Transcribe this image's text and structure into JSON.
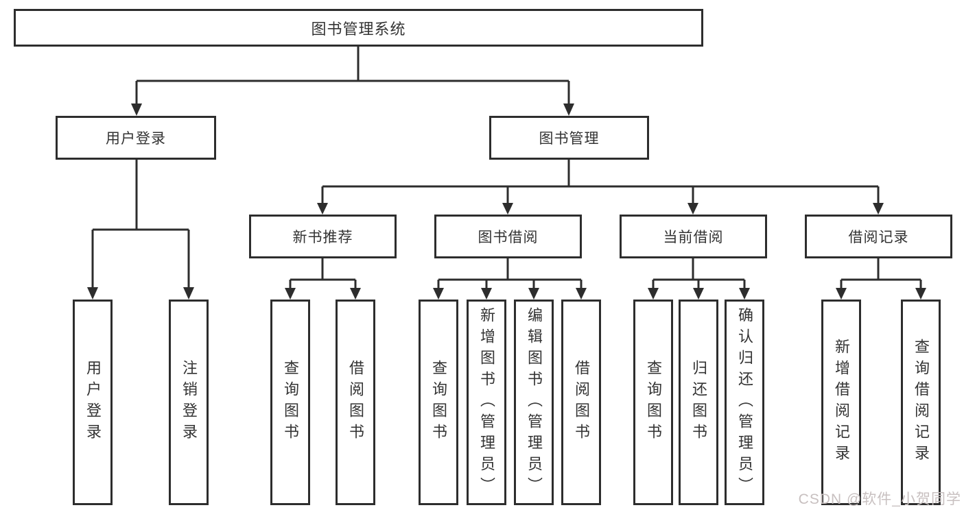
{
  "diagram": {
    "title": "图书管理系统",
    "level2": {
      "user_login": "用户登录",
      "book_mgmt": "图书管理"
    },
    "level3": {
      "new_book": "新书推荐",
      "borrow": "图书借阅",
      "current": "当前借阅",
      "records": "借阅记录"
    },
    "leaves": {
      "user_login": "用户登录",
      "logout": "注销登录",
      "nb_query": "查询图书",
      "nb_borrow": "借阅图书",
      "bw_query": "查询图书",
      "bw_add": "新增图书（管理员）",
      "bw_edit": "编辑图书（管理员）",
      "bw_borrow": "借阅图书",
      "cur_query": "查询图书",
      "cur_return": "归还图书",
      "cur_confirm": "确认归还（管理员）",
      "rec_add": "新增借阅记录",
      "rec_query": "查询借阅记录"
    }
  },
  "watermark": {
    "text": "CSDN @软件_小贺同学",
    "color": "#c8c0c0"
  },
  "colors": {
    "line": "#2d2d2d",
    "text": "#333333",
    "background": "#ffffff"
  }
}
